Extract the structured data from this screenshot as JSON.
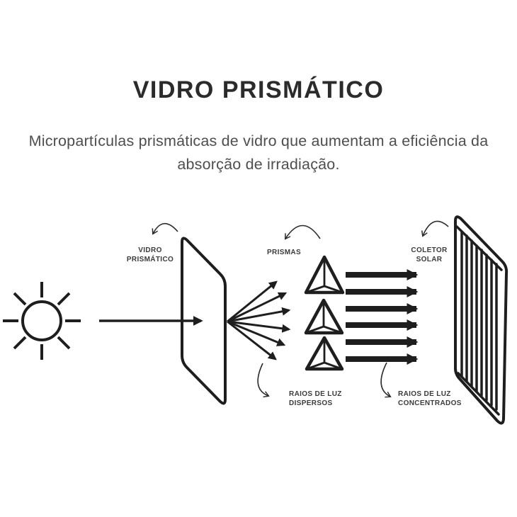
{
  "header": {
    "title": "VIDRO PRISMÁTICO",
    "subtitle_line1": "Micropartículas prismáticas de vidro que aumentam a eficiência da",
    "subtitle_line2": "absorção de irradiação."
  },
  "diagram": {
    "colors": {
      "ink": "#1e1e1e",
      "label_text": "#3b3b3b",
      "title_text": "#2b2b2b",
      "subtitle_text": "#4e4e4e",
      "background": "#ffffff"
    },
    "labels": {
      "glass": {
        "line1": "VIDRO",
        "line2": "PRISMÁTICO"
      },
      "prisms": "PRISMAS",
      "collector": {
        "line1": "COLETOR",
        "line2": "SOLAR"
      },
      "dispersed": {
        "line1": "RAIOS DE LUZ",
        "line2": "DISPERSOS"
      },
      "concentrated": {
        "line1": "RAIOS DE LUZ",
        "line2": "CONCENTRADOS"
      }
    },
    "icons": {
      "sun": "sun-icon",
      "glass_pane": "prismatic-glass-pane",
      "prism": "prism-icon",
      "collector": "solar-collector-panel"
    },
    "counts": {
      "sun_rays": 8,
      "dispersed_rays": 6,
      "prisms": 3,
      "concentrated_rays": 6,
      "collector_bars": 8
    }
  }
}
